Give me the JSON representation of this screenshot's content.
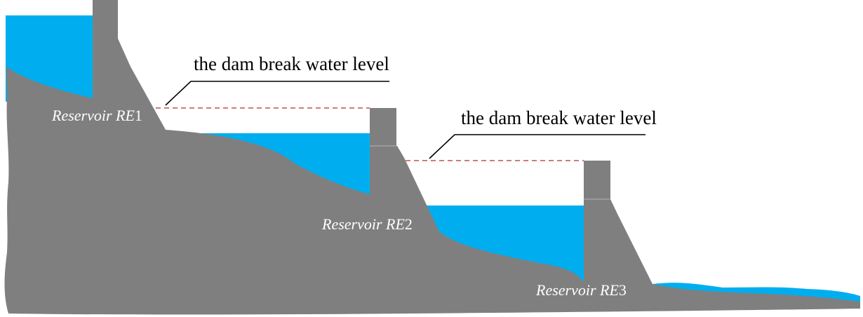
{
  "colors": {
    "terrain": "#7f7f7f",
    "water": "#00aeef",
    "dam": "#7f7f7f",
    "leader_line": "#000000",
    "level_line": "#c0504d",
    "reservoir_label": "#ffffff"
  },
  "annotations": {
    "level_label_1": "the dam break water level",
    "level_label_2": "the dam break water level"
  },
  "reservoirs": [
    {
      "name": "Reservoir ",
      "italic_id": "RE",
      "number": "1"
    },
    {
      "name": "Reservoir ",
      "italic_id": "RE",
      "number": "2"
    },
    {
      "name": "Reservoir ",
      "italic_id": "RE",
      "number": "3"
    }
  ]
}
